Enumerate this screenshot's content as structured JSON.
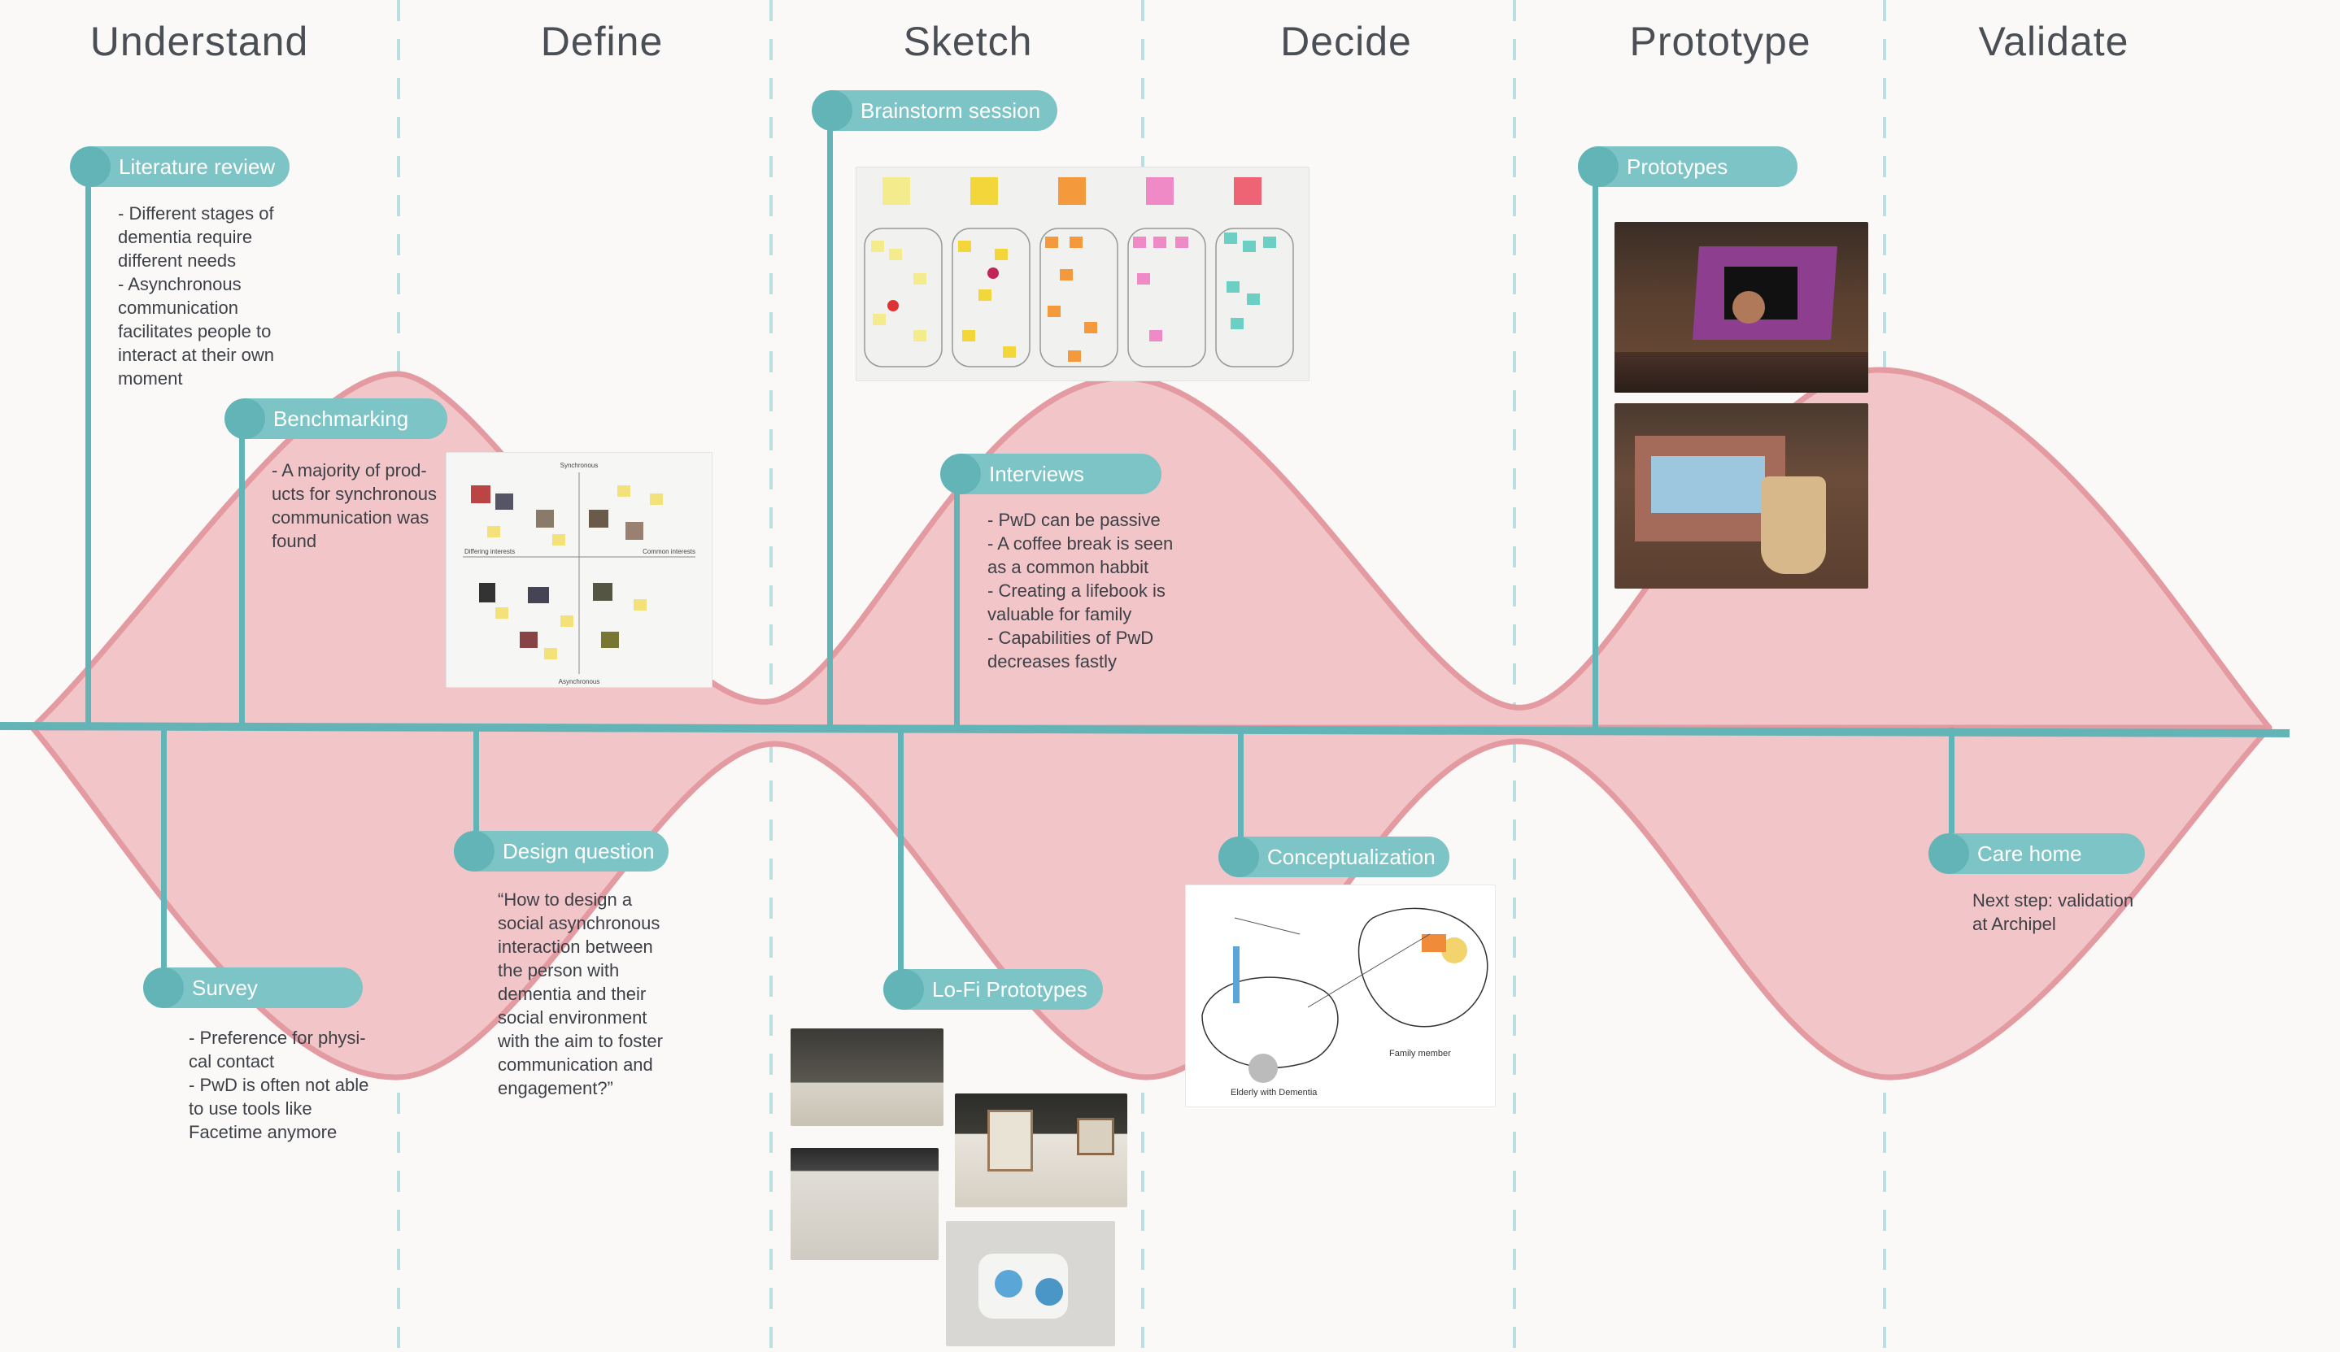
{
  "colors": {
    "wave_fill": "#f2c5c8",
    "wave_stroke": "#e39aa1",
    "timeline": "#62b4b7",
    "pill": "#7dc4c6",
    "dash": "#b9dfe0",
    "text": "#3d4046"
  },
  "phases": [
    "Understand",
    "Define",
    "Sketch",
    "Decide",
    "Prototype",
    "Validate"
  ],
  "steps": {
    "literature_review": {
      "label": "Literature review",
      "note": "- Different stages of\ndementia require\ndifferent needs\n- Asynchronous\ncommunication\nfacilitates people to\ninteract at their own\nmoment"
    },
    "benchmarking": {
      "label": "Benchmarking",
      "note": "- A majority of prod-\nucts for synchronous\ncommunication was\nfound"
    },
    "survey": {
      "label": "Survey",
      "note": "- Preference for physi-\ncal contact\n- PwD is often not able\nto use tools like\nFacetime anymore"
    },
    "design_question": {
      "label": "Design question",
      "note": "“How to design a\nsocial asynchronous\ninteraction between\nthe person with\ndementia and their\nsocial environment\nwith the aim to foster\ncommunication and\nengagement?”"
    },
    "brainstorm_session": {
      "label": "Brainstorm session"
    },
    "interviews": {
      "label": "Interviews",
      "note": "- PwD can be passive\n- A coffee break is seen\nas a common habbit\n- Creating a lifebook is\nvaluable for family\n- Capabilities of PwD\ndecreases fastly"
    },
    "lofi_prototypes": {
      "label": "Lo-Fi Prototypes"
    },
    "conceptualization": {
      "label": "Conceptualization"
    },
    "prototypes": {
      "label": "Prototypes"
    },
    "care_home": {
      "label": "Care home",
      "note": "Next step: validation\nat Archipel"
    }
  },
  "benchmark_axes": {
    "top": "Synchronous",
    "bottom": "Asynchronous",
    "left": "Differing interests",
    "right": "Common interests"
  },
  "sketch_labels": {
    "family": "Family member",
    "elderly": "Elderly with Dementia"
  }
}
